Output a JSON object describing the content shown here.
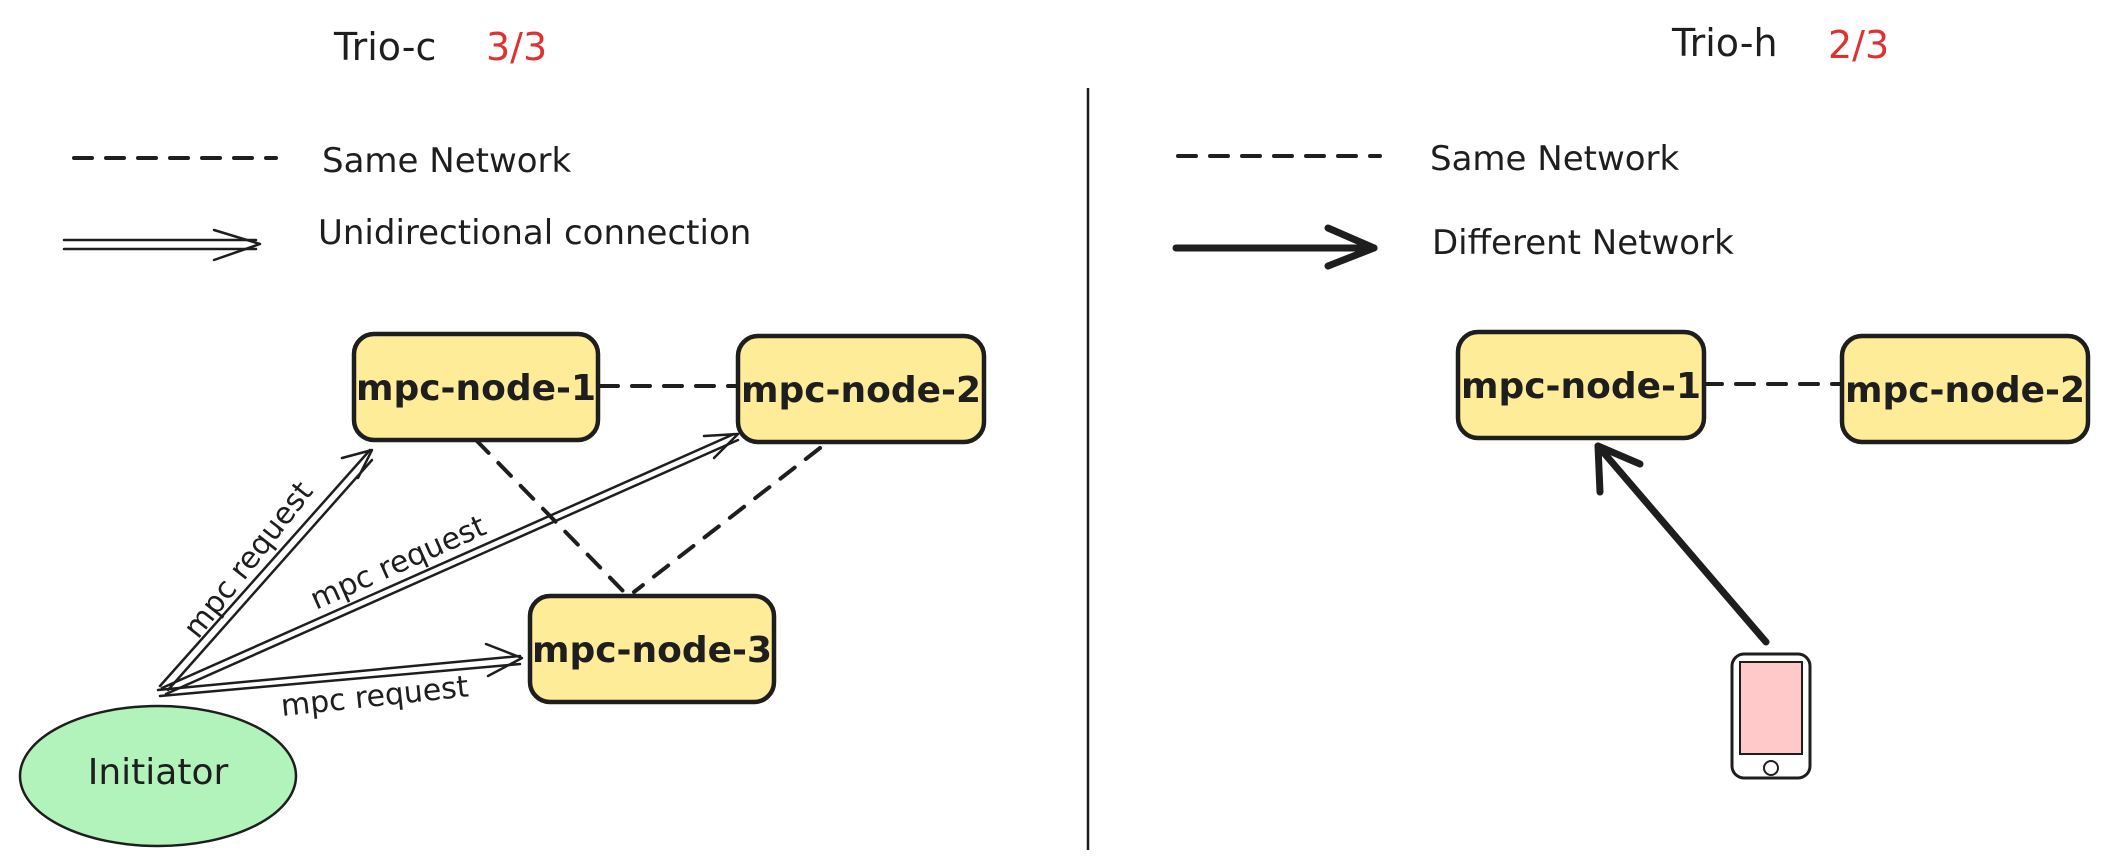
{
  "left_panel": {
    "title": "Trio-c",
    "ratio": "3/3",
    "legend": {
      "dashed_label": "Same Network",
      "arrow_label": "Unidirectional connection"
    },
    "nodes": {
      "node1": "mpc-node-1",
      "node2": "mpc-node-2",
      "node3": "mpc-node-3",
      "initiator": "Initiator"
    },
    "edge_labels": {
      "to_node1": "mpc request",
      "to_node2": "mpc request",
      "to_node3": "mpc request"
    }
  },
  "right_panel": {
    "title": "Trio-h",
    "ratio": "2/3",
    "legend": {
      "dashed_label": "Same Network",
      "arrow_label": "Different Network"
    },
    "nodes": {
      "node1": "mpc-node-1",
      "node2": "mpc-node-2"
    },
    "device": "phone-icon"
  },
  "colors": {
    "node_fill": "#ffec99",
    "initiator_fill": "#b2f2bb",
    "phone_screen": "#ffc9c9",
    "ratio_text": "#e03131",
    "stroke": "#1e1e1e"
  }
}
